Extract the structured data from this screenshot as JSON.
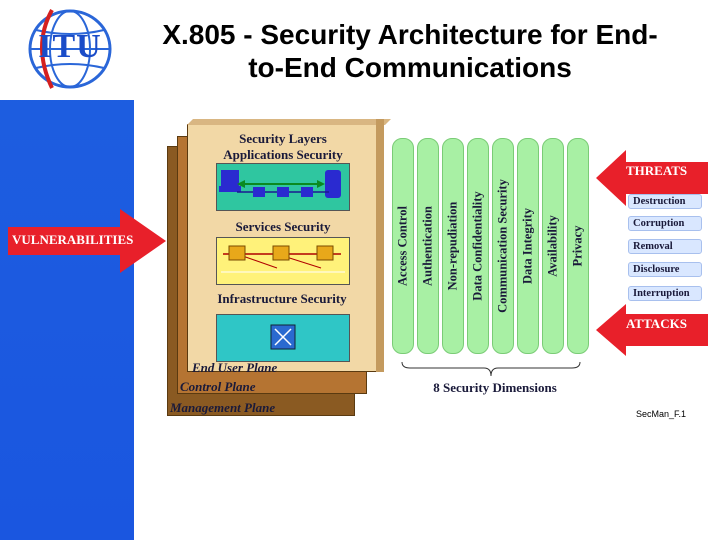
{
  "title": "X.805 - Security Architecture for End-to-End Communications",
  "title_line1": "X.805 - Security Architecture for End-",
  "title_line2": "to-End Communications",
  "logo": {
    "text": "ITU",
    "icon": "globe-icon"
  },
  "layers": {
    "heading": "Security Layers",
    "applications": "Applications Security",
    "services": "Services Security",
    "infrastructure": "Infrastructure Security"
  },
  "planes": {
    "end_user": "End User Plane",
    "control": "Control Plane",
    "management": "Management Plane"
  },
  "vulnerabilities": "VULNERABILITIES",
  "dimensions": {
    "caption": "8 Security Dimensions",
    "items": [
      "Access Control",
      "Authentication",
      "Non-repudiation",
      "Data Confidentiality",
      "Communication Security",
      "Data Integrity",
      "Availability",
      "Privacy"
    ]
  },
  "threats": {
    "heading": "THREATS",
    "items": [
      "Destruction",
      "Corruption",
      "Removal",
      "Disclosure",
      "Interruption"
    ],
    "attacks": "ATTACKS"
  },
  "figure_id": "SecMan_F.1",
  "colors": {
    "sidebar_blue": "#1a56e0",
    "arrow_red": "#e8202a",
    "dimension_green": "#a8f0a4",
    "plane_brown": "#a86a2c"
  }
}
